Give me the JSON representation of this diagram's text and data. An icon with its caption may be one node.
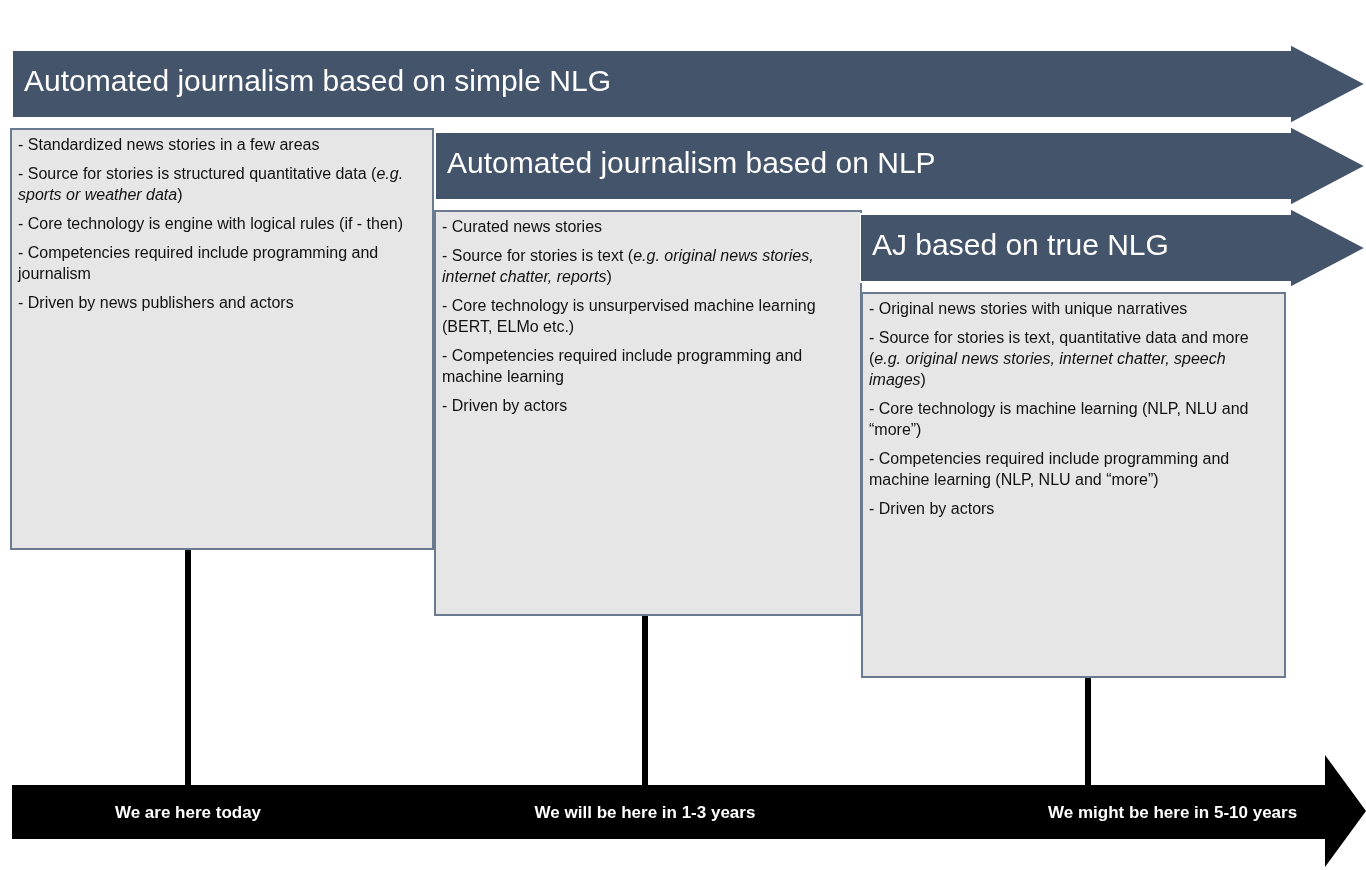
{
  "diagram": {
    "nodes": [
      {
        "text": [
          "Automated journalism based on simple NLG"
        ]
      },
      {
        "text": [
          "- Standardized news stories in a few areas",
          "- Source for stories is structured quantitative data (*e.g. sports or weather data*)",
          "- Core technology is engine with logical rules (if - then)",
          "- Competencies required include programming and journalism",
          "- Driven by news publishers and actors"
        ]
      },
      {
        "text": [
          "Automated journalism based on NLP"
        ]
      },
      {
        "text": [
          "- Curated news stories",
          "- Source for stories is text (*e.g. original news stories, internet chatter, reports*)",
          "- Core technology is unsurpervised machine learning (BERT, ELMo etc.)",
          "- Competencies required include programming and machine learning",
          "- Driven by actors"
        ]
      },
      {
        "text": [
          "AJ based on true NLG"
        ]
      },
      {
        "text": [
          "- Original news stories with unique narratives",
          "- Source for stories is text, quantitative data and more (*e.g. original news stories, internet chatter, speech images*)",
          "- Core technology is machine learning (NLP, NLU and “more”)",
          "- Competencies required include programming and machine learning (NLP, NLU and “more”)",
          "- Driven by actors"
        ]
      },
      {
        "text": [
          "We are here today",
          "We will be here in 1-3 years",
          "We might be here in 5-10 years"
        ]
      }
    ],
    "edges": [
      {
        "from": 1,
        "to": 6,
        "arrow": "none"
      },
      {
        "from": 3,
        "to": 6,
        "arrow": "none"
      },
      {
        "from": 5,
        "to": 6,
        "arrow": "none"
      }
    ]
  }
}
